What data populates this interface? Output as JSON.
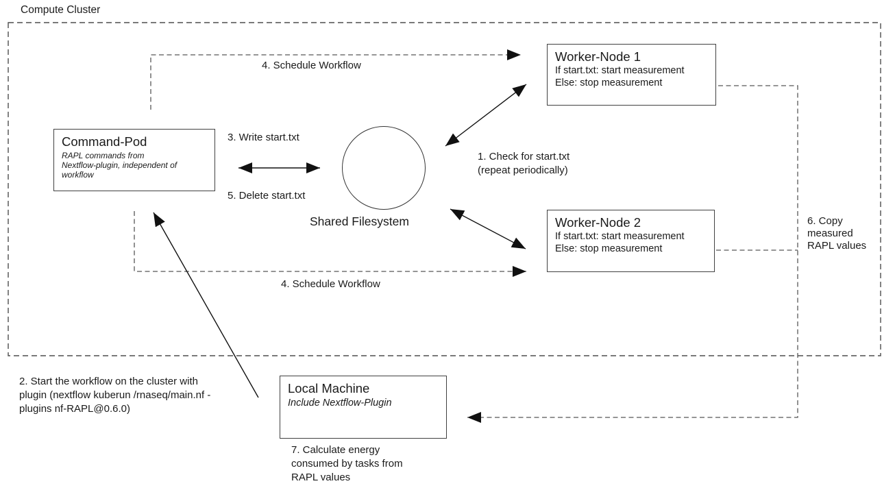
{
  "diagram": {
    "cluster_label": "Compute Cluster",
    "nodes": {
      "command_pod": {
        "title": "Command-Pod",
        "subtitle_lines": [
          "RAPL commands from",
          "Nextflow-plugin, independent of",
          "workflow"
        ]
      },
      "worker_node_1": {
        "title": "Worker-Node 1",
        "body_lines": [
          "If start.txt: start measurement",
          "Else: stop measurement"
        ]
      },
      "worker_node_2": {
        "title": "Worker-Node 2",
        "body_lines": [
          "If start.txt: start measurement",
          "Else: stop measurement"
        ]
      },
      "shared_filesystem": {
        "title": "Shared Filesystem"
      },
      "local_machine": {
        "title": "Local Machine",
        "subtitle": "Include Nextflow-Plugin"
      }
    },
    "steps": {
      "step1": {
        "lines": [
          "1. Check for start.txt",
          "(repeat periodically)"
        ]
      },
      "step2": {
        "lines": [
          "2. Start the workflow on the cluster with",
          "plugin (nextflow kuberun /rnaseq/main.nf -",
          "plugins nf-RAPL@0.6.0)"
        ]
      },
      "step3": {
        "label": "3. Write start.txt"
      },
      "step4_top": {
        "label": "4. Schedule Workflow"
      },
      "step4_bottom": {
        "label": "4. Schedule Workflow"
      },
      "step5": {
        "label": "5. Delete start.txt"
      },
      "step6": {
        "lines": [
          "6. Copy",
          "measured",
          "RAPL values"
        ]
      },
      "step7": {
        "lines": [
          "7. Calculate energy",
          "consumed by tasks from",
          "RAPL values"
        ]
      }
    },
    "colors": {
      "background": "#ffffff",
      "text": "#1a1a1a",
      "box_border": "#404040",
      "dashed_line": "#565656",
      "arrow": "#111111"
    }
  }
}
